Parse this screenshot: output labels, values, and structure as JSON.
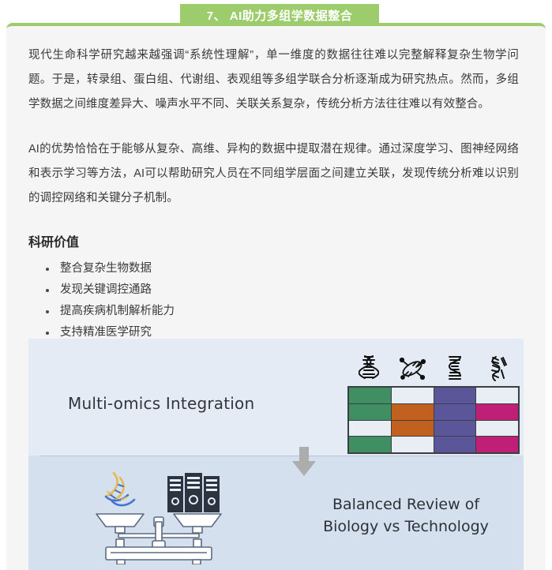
{
  "section": {
    "badge": "7、 AI助力多组学数据整合"
  },
  "body": {
    "paragraphs": [
      "现代生命科学研究越来越强调“系统性理解”，单一维度的数据往往难以完整解释复杂生物学问题。于是，转录组、蛋白组、代谢组、表观组等多组学联合分析逐渐成为研究热点。然而，多组学数据之间维度差异大、噪声水平不同、关联关系复杂，传统分析方法往往难以有效整合。",
      "AI的优势恰恰在于能够从复杂、高维、异构的数据中提取潜在规律。通过深度学习、图神经网络和表示学习等方法，AI可以帮助研究人员在不同组学层面之间建立关联，发现传统分析难以识别的调控网络和关键分子机制。"
    ],
    "sub_heading": "科研价值",
    "value_list": [
      "整合复杂生物数据",
      "发现关键调控通路",
      "提高疾病机制解析能力",
      "支持精准医学研究"
    ]
  },
  "illustration": {
    "top_title": "Multi-omics Integration",
    "bottom_caption_line1": "Balanced Review of",
    "bottom_caption_line2": "Biology vs Technology",
    "omics_icon_names": [
      "dna-helix-icon",
      "molecular-dna-icon",
      "rna-ladder-icon",
      "protein-structure-icon"
    ],
    "arrow_icon": "down-arrow-icon",
    "scale_icon": "balance-scale-icon",
    "scale_left_item_icon": "dna-helix-icon",
    "scale_right_item_icon": "server-stack-icon",
    "colors": {
      "accent_green": "#9ccc6b",
      "panel_top_bg": "#e4ebf4",
      "panel_bottom_bg": "#d4e0ee",
      "heat_green": "#3f8f62",
      "heat_white": "#e9eef4",
      "heat_purple": "#5b5699",
      "heat_orange": "#c2601f",
      "heat_magenta": "#c01f78"
    },
    "heatmap": {
      "rows": [
        [
          "green",
          "white",
          "purple",
          "white"
        ],
        [
          "green",
          "orange",
          "purple",
          "magenta"
        ],
        [
          "white",
          "orange",
          "purple",
          "white"
        ],
        [
          "green",
          "white",
          "purple",
          "magenta"
        ]
      ]
    }
  }
}
